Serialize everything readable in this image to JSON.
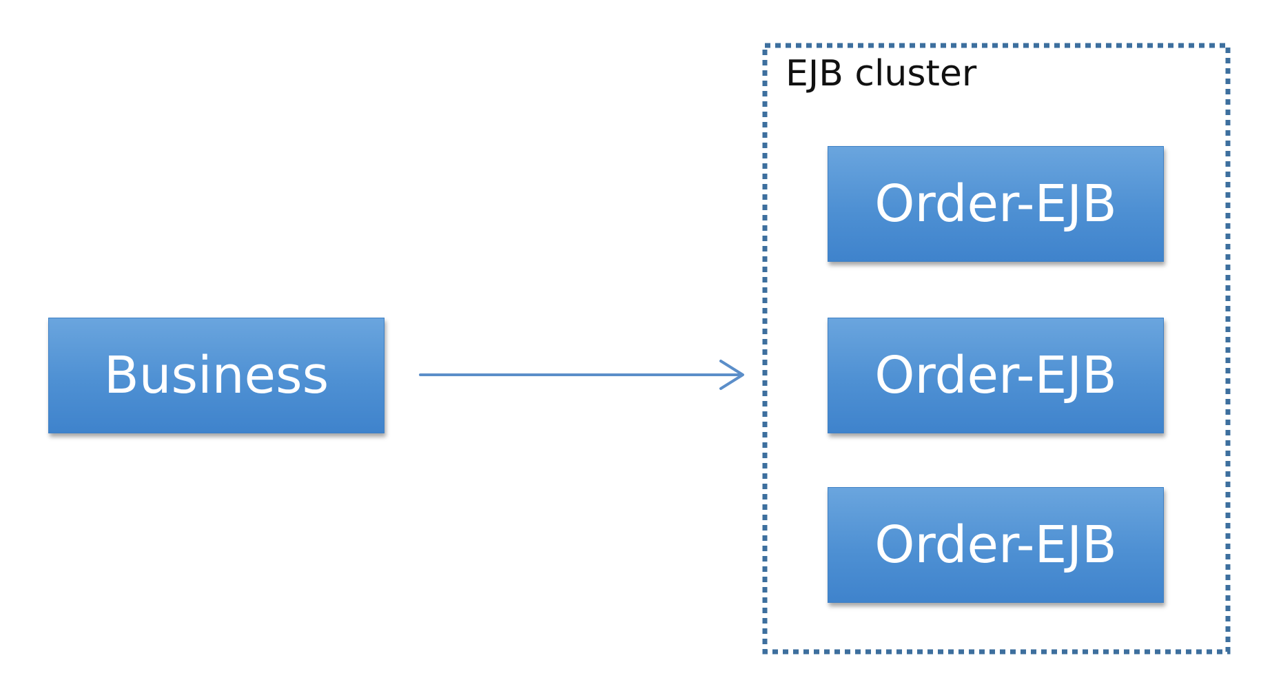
{
  "diagram": {
    "source_node": {
      "label": "Business"
    },
    "cluster": {
      "label": "EJB cluster",
      "nodes": [
        {
          "label": "Order-EJB"
        },
        {
          "label": "Order-EJB"
        },
        {
          "label": "Order-EJB"
        }
      ]
    },
    "edges": [
      {
        "from": "Business",
        "to": "EJB cluster",
        "style": "arrow"
      }
    ],
    "colors": {
      "node_fill_top": "#6aa5de",
      "node_fill_bottom": "#3f83cc",
      "node_text": "#ffffff",
      "cluster_border": "#3d6f9e",
      "arrow": "#5b8ec9",
      "label_text": "#111111"
    }
  }
}
